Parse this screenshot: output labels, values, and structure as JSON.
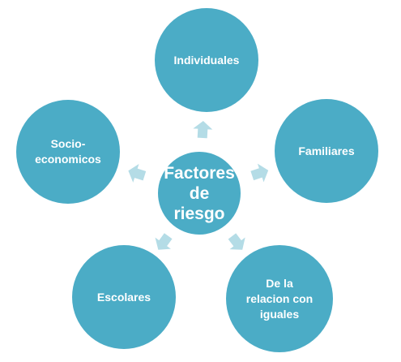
{
  "colors": {
    "circle_fill": "#4BACC6",
    "arrow_fill": "#B4DCE6",
    "text": "#FFFFFF",
    "border": "#FFFFFF"
  },
  "diagram": {
    "type": "radial",
    "center": {
      "label": "Factores de riesgo",
      "lines": [
        "Factores",
        "de",
        "riesgo"
      ]
    },
    "nodes": [
      {
        "id": "individuales",
        "label": "Individuales",
        "lines": [
          "Individuales"
        ]
      },
      {
        "id": "familiares",
        "label": "Familiares",
        "lines": [
          "Familiares"
        ]
      },
      {
        "id": "relacion-iguales",
        "label": "De la relacion con iguales",
        "lines": [
          "De la",
          "relacion con",
          "iguales"
        ]
      },
      {
        "id": "escolares",
        "label": "Escolares",
        "lines": [
          "Escolares"
        ]
      },
      {
        "id": "socio-economicos",
        "label": "Socio-economicos",
        "lines": [
          "Socio-",
          "economicos"
        ]
      }
    ],
    "arrow_direction": "outward"
  }
}
